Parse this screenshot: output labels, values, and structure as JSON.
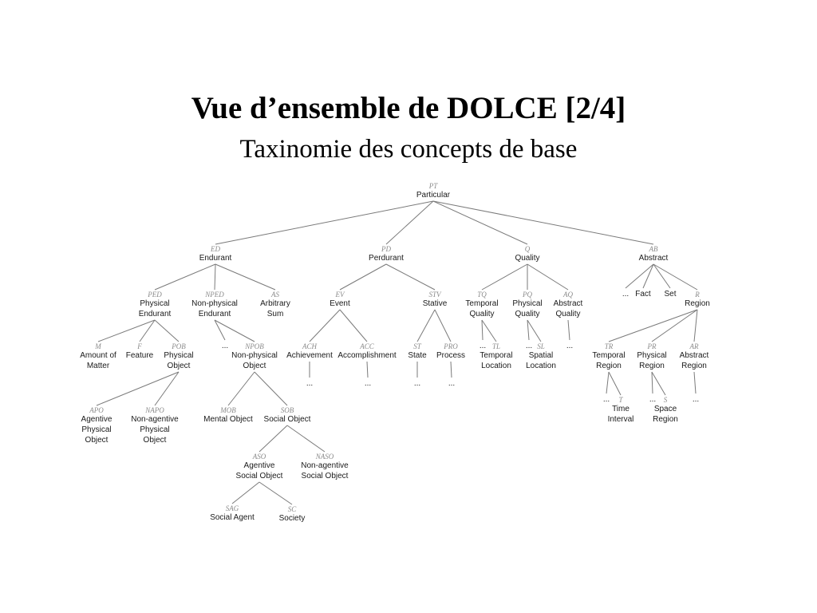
{
  "slide": {
    "title": "Vue d’ensemble de DOLCE [2/4]",
    "subtitle": "Taxinomie des concepts de base"
  },
  "taxonomy": {
    "nodes": [
      {
        "id": "pt",
        "abbr": "PT",
        "lines": [
          "Particular"
        ]
      },
      {
        "id": "ed",
        "abbr": "ED",
        "lines": [
          "Endurant"
        ]
      },
      {
        "id": "pd",
        "abbr": "PD",
        "lines": [
          "Perdurant"
        ]
      },
      {
        "id": "q",
        "abbr": "Q",
        "lines": [
          "Quality"
        ]
      },
      {
        "id": "ab",
        "abbr": "AB",
        "lines": [
          "Abstract"
        ]
      },
      {
        "id": "ped",
        "abbr": "PED",
        "lines": [
          "Physical",
          "Endurant"
        ]
      },
      {
        "id": "nped",
        "abbr": "NPED",
        "lines": [
          "Non-physical",
          "Endurant"
        ]
      },
      {
        "id": "as",
        "abbr": "AS",
        "lines": [
          "Arbitrary",
          "Sum"
        ]
      },
      {
        "id": "ev",
        "abbr": "EV",
        "lines": [
          "Event"
        ]
      },
      {
        "id": "stv",
        "abbr": "STV",
        "lines": [
          "Stative"
        ]
      },
      {
        "id": "tq",
        "abbr": "TQ",
        "lines": [
          "Temporal",
          "Quality"
        ]
      },
      {
        "id": "pq",
        "abbr": "PQ",
        "lines": [
          "Physical",
          "Quality"
        ]
      },
      {
        "id": "aq",
        "abbr": "AQ",
        "lines": [
          "Abstract",
          "Quality"
        ]
      },
      {
        "id": "ab_etc",
        "abbr": "",
        "lines": [
          "..."
        ]
      },
      {
        "id": "fact",
        "abbr": "",
        "lines": [
          "Fact"
        ]
      },
      {
        "id": "set",
        "abbr": "",
        "lines": [
          "Set"
        ]
      },
      {
        "id": "r",
        "abbr": "R",
        "lines": [
          "Region"
        ]
      },
      {
        "id": "m",
        "abbr": "M",
        "lines": [
          "Amount of",
          "Matter"
        ]
      },
      {
        "id": "f",
        "abbr": "F",
        "lines": [
          "Feature"
        ]
      },
      {
        "id": "pob",
        "abbr": "POB",
        "lines": [
          "Physical",
          "Object"
        ]
      },
      {
        "id": "nped_etc",
        "abbr": "",
        "lines": [
          "..."
        ]
      },
      {
        "id": "npob",
        "abbr": "NPOB",
        "lines": [
          "Non-physical",
          "Object"
        ]
      },
      {
        "id": "ach",
        "abbr": "ACH",
        "lines": [
          "Achievement"
        ]
      },
      {
        "id": "acc",
        "abbr": "ACC",
        "lines": [
          "Accomplishment"
        ]
      },
      {
        "id": "st",
        "abbr": "ST",
        "lines": [
          "State"
        ]
      },
      {
        "id": "pro",
        "abbr": "PRO",
        "lines": [
          "Process"
        ]
      },
      {
        "id": "tq_etc",
        "abbr": "",
        "lines": [
          "..."
        ]
      },
      {
        "id": "tl",
        "abbr": "TL",
        "lines": [
          "Temporal",
          "Location"
        ]
      },
      {
        "id": "pq_etc",
        "abbr": "",
        "lines": [
          "..."
        ]
      },
      {
        "id": "sl",
        "abbr": "SL",
        "lines": [
          "Spatial",
          "Location"
        ]
      },
      {
        "id": "aq_etc",
        "abbr": "",
        "lines": [
          "..."
        ]
      },
      {
        "id": "tr",
        "abbr": "TR",
        "lines": [
          "Temporal",
          "Region"
        ]
      },
      {
        "id": "pr",
        "abbr": "PR",
        "lines": [
          "Physical",
          "Region"
        ]
      },
      {
        "id": "ar",
        "abbr": "AR",
        "lines": [
          "Abstract",
          "Region"
        ]
      },
      {
        "id": "apo",
        "abbr": "APO",
        "lines": [
          "Agentive",
          "Physical",
          "Object"
        ]
      },
      {
        "id": "napo",
        "abbr": "NAPO",
        "lines": [
          "Non-agentive",
          "Physical",
          "Object"
        ]
      },
      {
        "id": "mob",
        "abbr": "MOB",
        "lines": [
          "Mental Object"
        ]
      },
      {
        "id": "sob",
        "abbr": "SOB",
        "lines": [
          "Social Object"
        ]
      },
      {
        "id": "tr_etc",
        "abbr": "",
        "lines": [
          "..."
        ]
      },
      {
        "id": "t",
        "abbr": "T",
        "lines": [
          "Time",
          "Interval"
        ]
      },
      {
        "id": "pr_etc",
        "abbr": "",
        "lines": [
          "..."
        ]
      },
      {
        "id": "s",
        "abbr": "S",
        "lines": [
          "Space",
          "Region"
        ]
      },
      {
        "id": "ar_etc",
        "abbr": "",
        "lines": [
          "..."
        ]
      },
      {
        "id": "aso",
        "abbr": "ASO",
        "lines": [
          "Agentive",
          "Social Object"
        ]
      },
      {
        "id": "naso",
        "abbr": "NASO",
        "lines": [
          "Non-agentive",
          "Social Object"
        ]
      },
      {
        "id": "sag",
        "abbr": "SAG",
        "lines": [
          "Social Agent"
        ]
      },
      {
        "id": "sc",
        "abbr": "SC",
        "lines": [
          "Society"
        ]
      },
      {
        "id": "ach_etc",
        "abbr": "",
        "lines": [
          "..."
        ]
      },
      {
        "id": "acc_etc",
        "abbr": "",
        "lines": [
          "..."
        ]
      },
      {
        "id": "st_etc",
        "abbr": "",
        "lines": [
          "..."
        ]
      },
      {
        "id": "pro_etc",
        "abbr": "",
        "lines": [
          "..."
        ]
      }
    ],
    "edges": [
      [
        "pt",
        "ed"
      ],
      [
        "pt",
        "pd"
      ],
      [
        "pt",
        "q"
      ],
      [
        "pt",
        "ab"
      ],
      [
        "ed",
        "ped"
      ],
      [
        "ed",
        "nped"
      ],
      [
        "ed",
        "as"
      ],
      [
        "pd",
        "ev"
      ],
      [
        "pd",
        "stv"
      ],
      [
        "q",
        "tq"
      ],
      [
        "q",
        "pq"
      ],
      [
        "q",
        "aq"
      ],
      [
        "ab",
        "ab_etc"
      ],
      [
        "ab",
        "fact"
      ],
      [
        "ab",
        "set"
      ],
      [
        "ab",
        "r"
      ],
      [
        "ped",
        "m"
      ],
      [
        "ped",
        "f"
      ],
      [
        "ped",
        "pob"
      ],
      [
        "nped",
        "nped_etc"
      ],
      [
        "nped",
        "npob"
      ],
      [
        "ev",
        "ach"
      ],
      [
        "ev",
        "acc"
      ],
      [
        "stv",
        "st"
      ],
      [
        "stv",
        "pro"
      ],
      [
        "tq",
        "tq_etc"
      ],
      [
        "tq",
        "tl"
      ],
      [
        "pq",
        "pq_etc"
      ],
      [
        "pq",
        "sl"
      ],
      [
        "aq",
        "aq_etc"
      ],
      [
        "r",
        "tr"
      ],
      [
        "r",
        "pr"
      ],
      [
        "r",
        "ar"
      ],
      [
        "pob",
        "apo"
      ],
      [
        "pob",
        "napo"
      ],
      [
        "npob",
        "mob"
      ],
      [
        "npob",
        "sob"
      ],
      [
        "tr",
        "tr_etc"
      ],
      [
        "tr",
        "t"
      ],
      [
        "pr",
        "pr_etc"
      ],
      [
        "pr",
        "s"
      ],
      [
        "ar",
        "ar_etc"
      ],
      [
        "sob",
        "aso"
      ],
      [
        "sob",
        "naso"
      ],
      [
        "aso",
        "sag"
      ],
      [
        "aso",
        "sc"
      ],
      [
        "ach",
        "ach_etc"
      ],
      [
        "acc",
        "acc_etc"
      ],
      [
        "st",
        "st_etc"
      ],
      [
        "pro",
        "pro_etc"
      ]
    ]
  }
}
